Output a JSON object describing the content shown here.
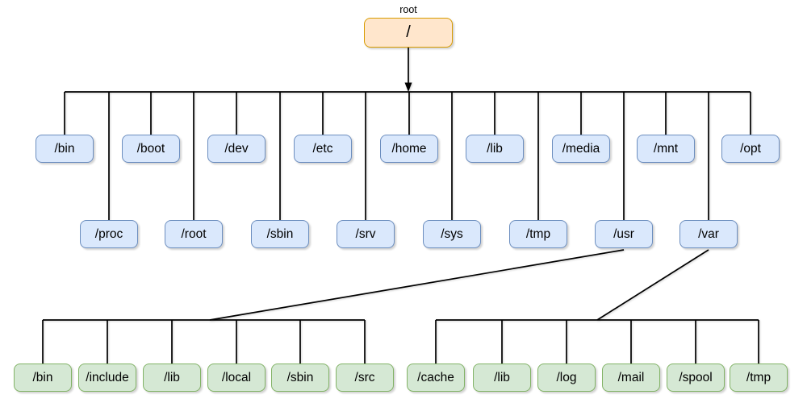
{
  "tree": {
    "root": {
      "caption": "root",
      "label": "/"
    },
    "row1": [
      "/bin",
      "/boot",
      "/dev",
      "/etc",
      "/home",
      "/lib",
      "/media",
      "/mnt",
      "/opt"
    ],
    "row2": [
      "/proc",
      "/root",
      "/sbin",
      "/srv",
      "/sys",
      "/tmp",
      "/usr",
      "/var"
    ],
    "usr_children": [
      "/bin",
      "/include",
      "/lib",
      "/local",
      "/sbin",
      "/src"
    ],
    "var_children": [
      "/cache",
      "/lib",
      "/log",
      "/mail",
      "/spool",
      "/tmp"
    ]
  },
  "colors": {
    "root_fill": "#FFE6CC",
    "root_stroke": "#D79B00",
    "top_dir_fill": "#DAE8FC",
    "top_dir_stroke": "#6C8EBF",
    "sub_dir_fill": "#D5E8D4",
    "sub_dir_stroke": "#82B366",
    "connector": "#000000",
    "background": "#FFFFFF"
  }
}
